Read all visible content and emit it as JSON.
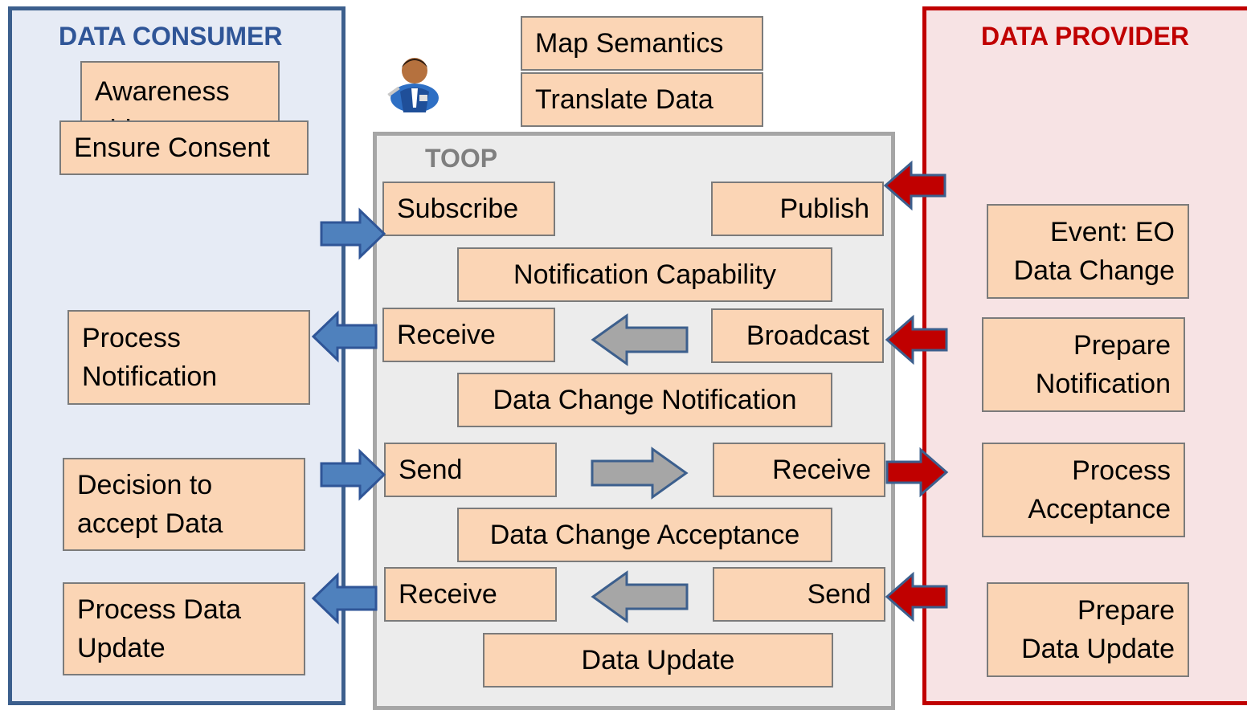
{
  "lanes": {
    "consumer": {
      "title": "DATA CONSUMER",
      "color": "#2f5597"
    },
    "provider": {
      "title": "DATA PROVIDER",
      "color": "#c00000"
    },
    "toop": {
      "title": "TOOP",
      "color": "#7f7f7f"
    }
  },
  "consumer_steps": {
    "awareness": "Awareness object",
    "consent": "Ensure Consent",
    "process_notification": "Process\nNotification",
    "decision": "Decision to\naccept Data",
    "process_update": "Process Data\nUpdate"
  },
  "semantics": {
    "map": "Map Semantics",
    "translate": "Translate Data"
  },
  "toop_steps": {
    "subscribe": "Subscribe",
    "publish": "Publish",
    "notification_capability": "Notification Capability",
    "receive_1": "Receive",
    "broadcast": "Broadcast",
    "data_change_notification": "Data Change Notification",
    "send_1": "Send",
    "receive_2": "Receive",
    "data_change_acceptance": "Data Change Acceptance",
    "receive_3": "Receive",
    "send_2": "Send",
    "data_update": "Data Update"
  },
  "provider_steps": {
    "event": "Event: EO\nData Change",
    "prepare_notification": "Prepare\nNotification",
    "process_acceptance": "Process\nAcceptance",
    "prepare_update": "Prepare\nData Update"
  },
  "icons": {
    "user": "business-user-icon"
  },
  "colors": {
    "box_fill": "#fbd5b5",
    "blue_arrow": "#4f81bd",
    "red_arrow": "#c00000",
    "gray_arrow": "#a6a6a6"
  }
}
